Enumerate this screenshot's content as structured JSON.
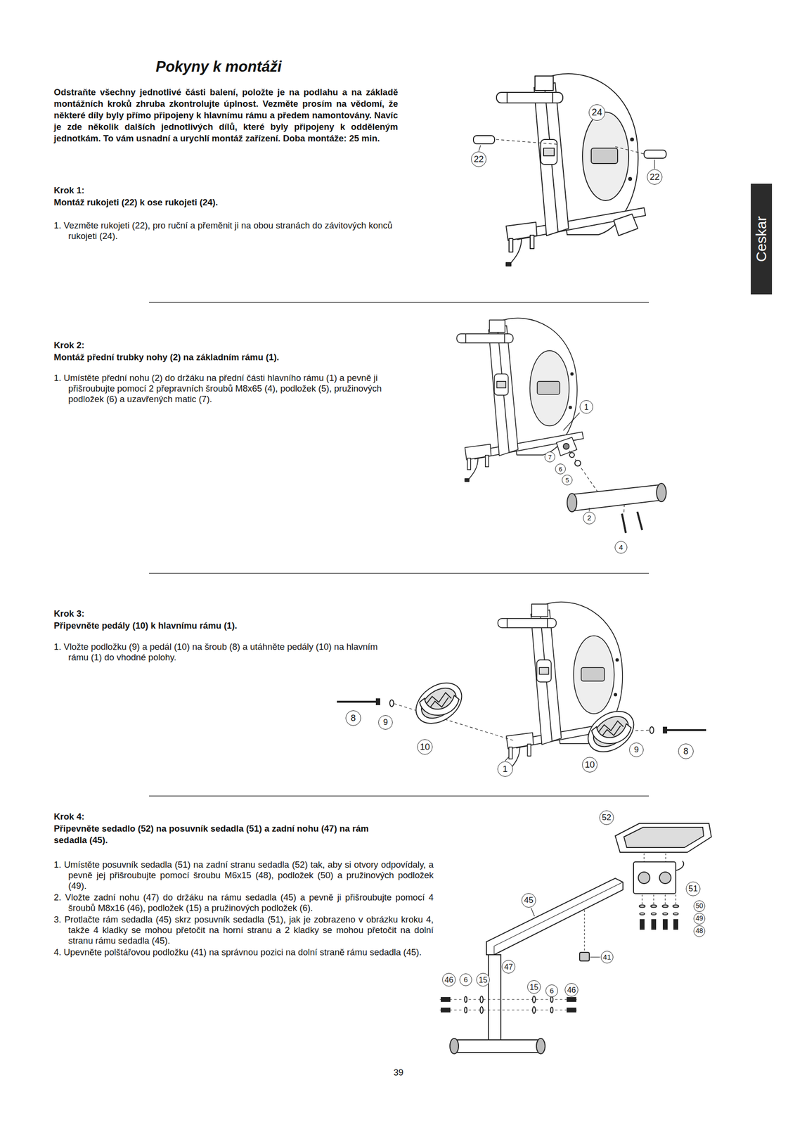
{
  "diagram": {
    "title": "Pokyny k montáži",
    "nodes": [
      {
        "text": [
          "24"
        ]
      },
      {
        "text": [
          "22"
        ]
      },
      {
        "text": [
          "22"
        ]
      },
      {
        "text": [
          "Ceskar"
        ]
      },
      {
        "text": [
          "1"
        ]
      },
      {
        "text": [
          "7"
        ]
      },
      {
        "text": [
          "6"
        ]
      },
      {
        "text": [
          "5"
        ]
      },
      {
        "text": [
          "2"
        ]
      },
      {
        "text": [
          "4"
        ]
      },
      {
        "text": [
          "8"
        ]
      },
      {
        "text": [
          "9"
        ]
      },
      {
        "text": [
          "10"
        ]
      },
      {
        "text": [
          "1"
        ]
      },
      {
        "text": [
          "10"
        ]
      },
      {
        "text": [
          "9"
        ]
      },
      {
        "text": [
          "8"
        ]
      },
      {
        "text": [
          "52"
        ]
      },
      {
        "text": [
          "51"
        ]
      },
      {
        "text": [
          "50"
        ]
      },
      {
        "text": [
          "49"
        ]
      },
      {
        "text": [
          "48"
        ]
      },
      {
        "text": [
          "45"
        ]
      },
      {
        "text": [
          "41"
        ]
      },
      {
        "text": [
          "46"
        ]
      },
      {
        "text": [
          "6"
        ]
      },
      {
        "text": [
          "15"
        ]
      },
      {
        "text": [
          "47"
        ]
      },
      {
        "text": [
          "15"
        ]
      },
      {
        "text": [
          "6"
        ]
      },
      {
        "text": [
          "46"
        ]
      }
    ],
    "labels": [
      "Odstraňte všechny jednotlivé části balení, položte je na podlahu a na základě montážních kroků zhruba zkontrolujte úplnost. Vezměte prosím na vědomí, že některé díly byly přímo připojeny k hlavnímu rámu a předem namontovány. Navíc je zde několik dalších jednotlivých dílů, které byly připojeny k odděleným jednotkám. To vám usnadní a urychlí montáž zařízení. Doba montáže: 25 min.",
      "Krok 1:",
      "Montáž rukojeti (22) k ose rukojeti (24).",
      "1. Vezměte rukojeti (22), pro ruční a přeměnit ji na obou stranách do závitových konců rukojeti (24).",
      "Krok 2:",
      "Montáž přední trubky nohy (2) na základním rámu (1).",
      "1. Umístěte přední nohu (2) do držáku na přední části hlavního rámu (1) a pevně ji přišroubujte pomocí 2 přepravních šroubů M8x65 (4), podložek (5), pružinových podložek (6) a uzavřených matic (7).",
      "Krok 3:",
      "Připevněte pedály (10) k hlavnímu rámu (1).",
      "1. Vložte podložku (9) a pedál (10) na šroub (8) a utáhněte pedály (10) na hlavním rámu (1) do vhodné polohy.",
      "Krok 4:",
      "Připevněte sedadlo (52) na posuvník sedadla (51) a zadní nohu (47) na rám sedadla (45).",
      "1. Umístěte posuvník sedadla (51) na zadní stranu sedadla (52) tak, aby si otvory odpovídaly, a pevně jej přišroubujte pomocí šroubu M6x15 (48), podložek (50) a pružinových podložek (49).",
      "2. Vložte zadní nohu (47) do držáku na rámu sedadla (45) a pevně ji přišroubujte pomocí 4 šroubů M8x16 (46), podložek (15) a pružinových podložek (6).",
      "3. Protlačte rám sedadla (45) skrz posuvník sedadla (51), jak je zobrazeno v obrázku kroku 4, takže 4 kladky se mohou přetočit na horní stranu a 2 kladky se mohou přetočit na dolní stranu rámu sedadla (45).",
      "4. Upevněte polštářovou podložku (41) na správnou pozici na dolní straně rámu sedadla (45).",
      "39"
    ]
  }
}
